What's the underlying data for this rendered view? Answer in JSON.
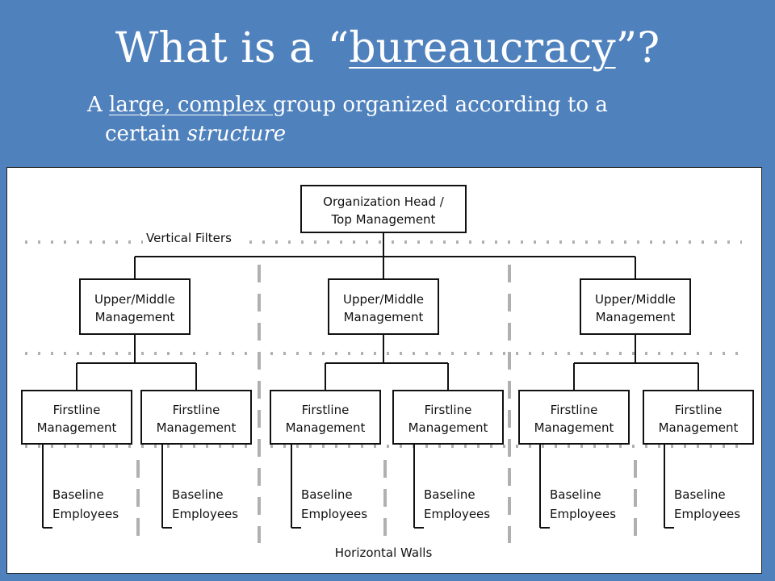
{
  "title": {
    "prefix": "What is a “",
    "underlined": "bureaucracy",
    "suffix": "”?"
  },
  "subtitle": {
    "lead": "A ",
    "underlined": "large, complex ",
    "rest": "group organized according to a",
    "line2_lead": "certain ",
    "line2_italic": "structure"
  },
  "diagram": {
    "top": [
      "Organization Head /",
      "Top Management"
    ],
    "vertical_filters_label": "Vertical Filters",
    "horizontal_walls_label": "Horizontal Walls",
    "upper": [
      "Upper/Middle",
      "Management"
    ],
    "firstline": [
      "Firstline",
      "Management"
    ],
    "baseline": [
      "Baseline",
      "Employees"
    ]
  },
  "colors": {
    "slide_background": "#4f81bd",
    "title_text": "#ffffff",
    "divider_gray": "#b0b0b0"
  }
}
